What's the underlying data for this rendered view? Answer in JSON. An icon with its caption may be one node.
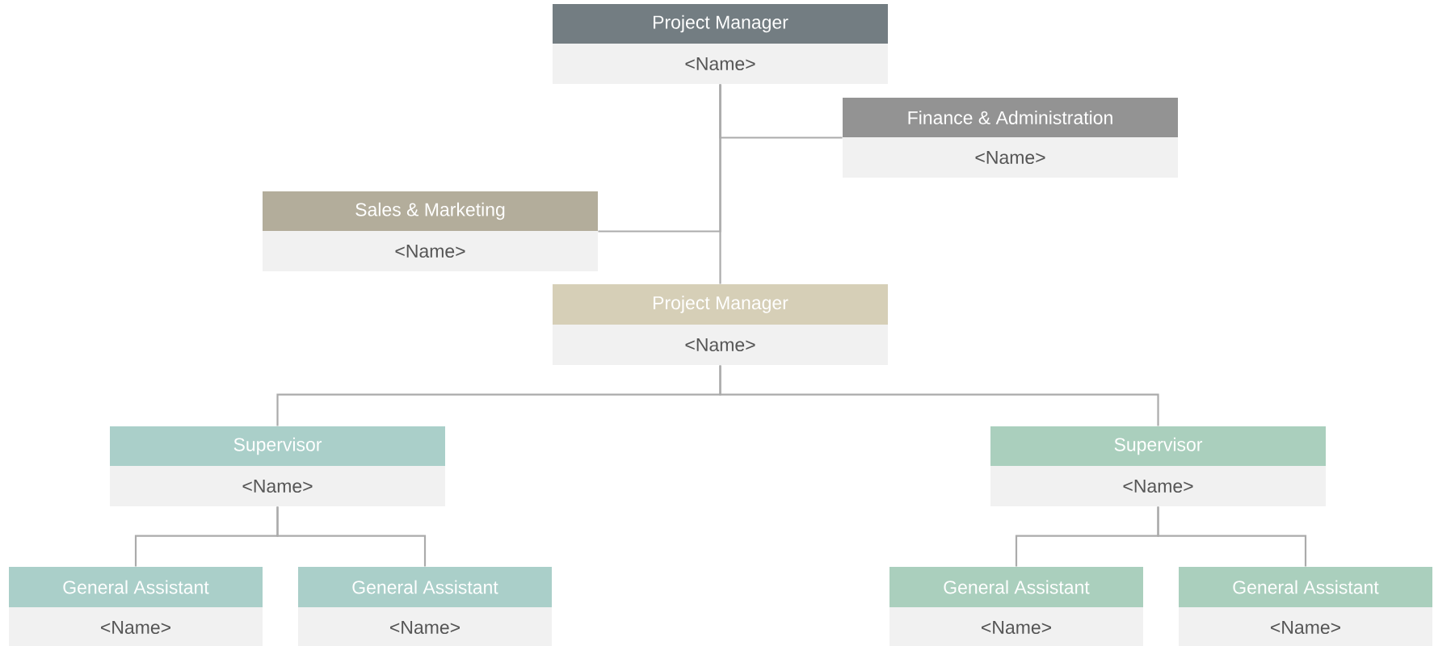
{
  "diagram": {
    "nodes": [
      {
        "text": [
          "Project Manager",
          "<Name>"
        ]
      },
      {
        "text": [
          "Finance & Administration",
          "<Name>"
        ]
      },
      {
        "text": [
          "Sales & Marketing",
          "<Name>"
        ]
      },
      {
        "text": [
          "Project Manager",
          "<Name>"
        ]
      },
      {
        "text": [
          "Supervisor",
          "<Name>"
        ]
      },
      {
        "text": [
          "Supervisor",
          "<Name>"
        ]
      },
      {
        "text": [
          "General Assistant",
          "<Name>"
        ]
      },
      {
        "text": [
          "General Assistant",
          "<Name>"
        ]
      },
      {
        "text": [
          "General Assistant",
          "<Name>"
        ]
      },
      {
        "text": [
          "General Assistant",
          "<Name>"
        ]
      }
    ],
    "edges": [
      {
        "from": 0,
        "to": 1,
        "arrow": "none"
      },
      {
        "from": 0,
        "to": 2,
        "arrow": "none"
      },
      {
        "from": 0,
        "to": 3,
        "arrow": "none"
      },
      {
        "from": 3,
        "to": 4,
        "arrow": "none"
      },
      {
        "from": 3,
        "to": 5,
        "arrow": "none"
      },
      {
        "from": 4,
        "to": 6,
        "arrow": "none"
      },
      {
        "from": 4,
        "to": 7,
        "arrow": "none"
      },
      {
        "from": 5,
        "to": 8,
        "arrow": "none"
      },
      {
        "from": 5,
        "to": 9,
        "arrow": "none"
      }
    ]
  }
}
